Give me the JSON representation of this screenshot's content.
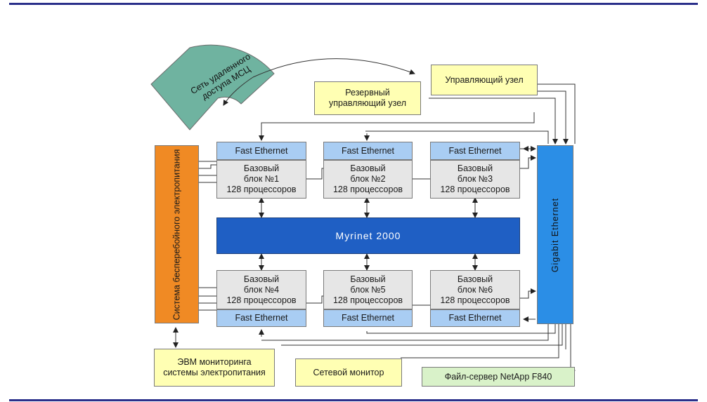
{
  "remote_access": "Сеть удаленного\nдоступа МСЦ",
  "control_node": "Управляющий узел",
  "reserve_node": "Резервный\nуправляющий узел",
  "power_system": "Система\nбесперебойного электропитания",
  "gigabit": "Gigabit Ethernet",
  "myrinet": "Myrinet 2000",
  "fast_ethernet": "Fast Ethernet",
  "blocks": [
    {
      "label": "Базовый\nблок №1\n128 процессоров"
    },
    {
      "label": "Базовый\nблок №2\n128 процессоров"
    },
    {
      "label": "Базовый\nблок №3\n128 процессоров"
    },
    {
      "label": "Базовый\nблок №4\n128 процессоров"
    },
    {
      "label": "Базовый\nблок №5\n128 процессоров"
    },
    {
      "label": "Базовый\nблок №6\n128 процессоров"
    }
  ],
  "power_monitor": "ЭВМ мониторинга\nсистемы электропитания",
  "net_monitor": "Сетевой монитор",
  "file_server": "Файл-сервер NetApp F840",
  "colors": {
    "rule": "#2a2f8a",
    "yellow": "#ffffb3",
    "fast_ethernet": "#a9cdf3",
    "base": "#e6e6e6",
    "myrinet": "#1f5fc4",
    "gigabit": "#2b8ee6",
    "power": "#f08a24",
    "cloud": "#6fb3a0",
    "file_server": "#d9f2c9"
  }
}
